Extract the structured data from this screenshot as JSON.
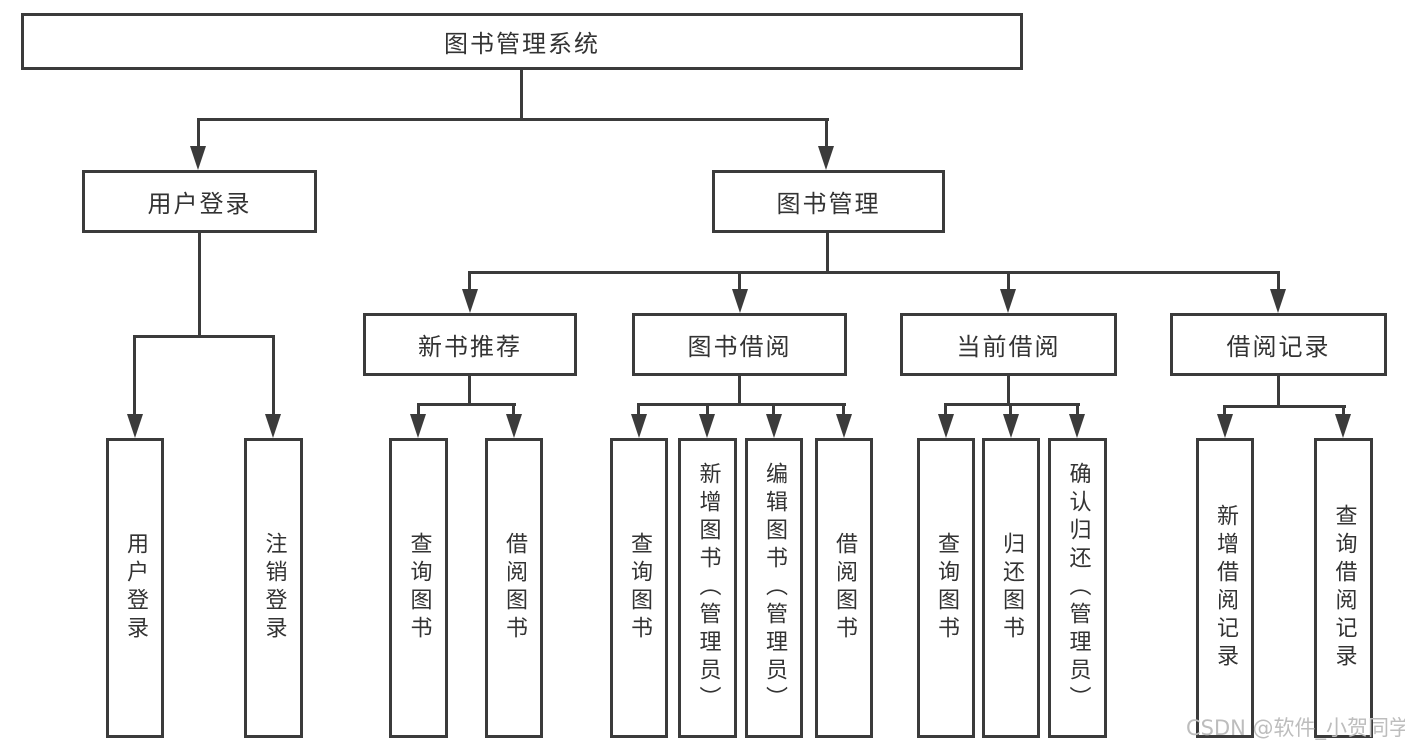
{
  "diagram_type": "hierarchical-function-tree",
  "tree": {
    "label": "图书管理系统",
    "children": [
      {
        "label": "用户登录",
        "children": [
          {
            "label": "用户登录"
          },
          {
            "label": "注销登录"
          }
        ]
      },
      {
        "label": "图书管理",
        "children": [
          {
            "label": "新书推荐",
            "children": [
              {
                "label": "查询图书"
              },
              {
                "label": "借阅图书"
              }
            ]
          },
          {
            "label": "图书借阅",
            "children": [
              {
                "label": "查询图书"
              },
              {
                "label": "新增图书（管理员）"
              },
              {
                "label": "编辑图书（管理员）"
              },
              {
                "label": "借阅图书"
              }
            ]
          },
          {
            "label": "当前借阅",
            "children": [
              {
                "label": "查询图书"
              },
              {
                "label": "归还图书"
              },
              {
                "label": "确认归还（管理员）"
              }
            ]
          },
          {
            "label": "借阅记录",
            "children": [
              {
                "label": "新增借阅记录"
              },
              {
                "label": "查询借阅记录"
              }
            ]
          }
        ]
      }
    ]
  },
  "watermark": {
    "text": "CSDN @软件_小贺同学"
  },
  "colors": {
    "line": "#3b3b3b",
    "text": "#333333",
    "watermark": "#bdbdbd",
    "background": "#ffffff"
  }
}
